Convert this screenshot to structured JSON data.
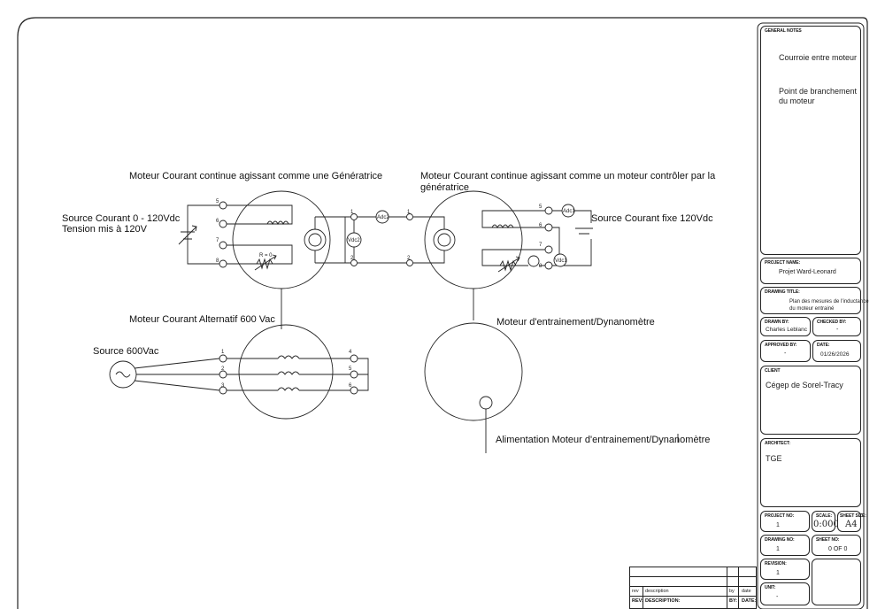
{
  "diagram": {
    "labels": {
      "generator_title": "Moteur Courant continue agissant comme une Génératrice",
      "motor_title_line1": "Moteur Courant continue agissant comme un moteur contrôler par la",
      "motor_title_line2": "génératrice",
      "source_dc_var_line1": "Source Courant  0 - 120Vdc",
      "source_dc_var_line2": "Tension mis à 120V",
      "source_dc_fixed": "Source Courant fixe 120Vdc",
      "ac_motor_title": "Moteur Courant Alternatif 600 Vac",
      "source_ac": "Source 600Vac",
      "dyno_title": "Moteur d'entrainement/Dynanomètre",
      "dyno_supply": "Alimentation Moteur d'entrainement/Dynanomètre"
    },
    "terminals": {
      "gen": [
        "5",
        "6",
        "7",
        "8"
      ],
      "gen_out": [
        "1",
        "2"
      ],
      "mot_in": [
        "1",
        "2"
      ],
      "mot": [
        "5",
        "6",
        "7",
        "8"
      ],
      "ac_in": [
        "1",
        "2",
        "3"
      ],
      "ac_out": [
        "4",
        "5",
        "6"
      ]
    },
    "meters": {
      "adc2": "Adc2",
      "vdc2": "Vdc2",
      "adc1": "Adc1",
      "vdc1": "Vdc1"
    },
    "rheostat_label": "R = 0"
  },
  "title_block": {
    "general_notes_caption": "GENERAL NOTES",
    "note_belt": "Courroie entre moteur",
    "note_connection_line1": "Point de branchement",
    "note_connection_line2": "du moteur",
    "project_name_caption": "PROJECT NAME:",
    "project_name": "Projet Ward-Leonard",
    "drawing_title_caption": "DRAWING TITLE:",
    "drawing_title_line1": "Plan des mesures de l'inductance",
    "drawing_title_line2": "du moteur entrainé",
    "drawn_by_caption": "DRAWN BY:",
    "drawn_by": "Charles Leblanc",
    "checked_by_caption": "CHECKED BY:",
    "checked_by": "-",
    "approved_by_caption": "APPROVED BY:",
    "approved_by": "-",
    "date_caption": "DATE:",
    "date": "01/26/2026",
    "client_caption": "CLIENT",
    "client": "Cégep de Sorel-Tracy",
    "architect_caption": "ARCHITECT:",
    "architect": "TGE",
    "project_no_caption": "PROJECT NO:",
    "project_no": "1",
    "scale_caption": "SCALE:",
    "scale": "0:000",
    "sheet_size_caption": "SHEET SIZE:",
    "sheet_size": "A4",
    "drawing_no_caption": "DRAWING NO:",
    "drawing_no": "1",
    "sheet_no_caption": "SHEET NO:",
    "sheet_no": "0 OF 0",
    "revision_caption": "REVISION:",
    "revision": "1",
    "unit_caption": "UNIT:",
    "unit": "-"
  },
  "revision_table": {
    "row_labels": [
      "rev",
      "description",
      "by",
      "date"
    ],
    "header_labels": [
      "REV:",
      "DESCRIPTION:",
      "BY:",
      "DATE:"
    ]
  }
}
